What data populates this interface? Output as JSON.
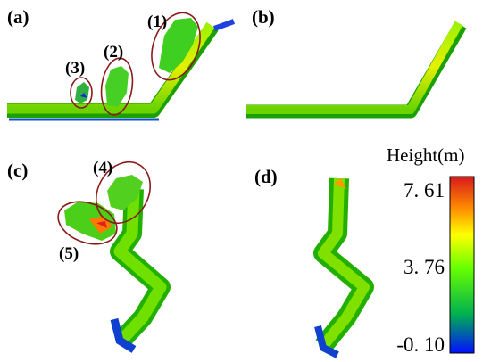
{
  "panels": {
    "a": {
      "label": "(a)"
    },
    "b": {
      "label": "(b)"
    },
    "c": {
      "label": "(c)"
    },
    "d": {
      "label": "(d)"
    }
  },
  "annotations": {
    "r1": "(1)",
    "r2": "(2)",
    "r3": "(3)",
    "r4": "(4)",
    "r5": "(5)"
  },
  "colorbar": {
    "title": "Height(m)",
    "ticks": [
      "7. 61",
      "3. 76",
      "-0. 10"
    ],
    "colors": [
      "#d7191c",
      "#fdae61",
      "#ffff00",
      "#7fff00",
      "#00c000",
      "#0000ff"
    ]
  }
}
